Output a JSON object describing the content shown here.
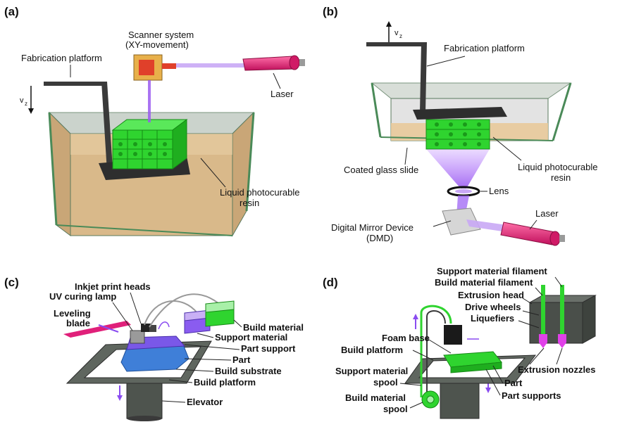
{
  "panels": {
    "a": {
      "label": "(a)",
      "scanner": [
        "Scanner system",
        "(XY-movement)"
      ],
      "platform": "Fabrication platform",
      "vz": "v",
      "vz_sub": "z",
      "laser": "Laser",
      "resin": [
        "Liquid photocurable",
        "resin"
      ]
    },
    "b": {
      "label": "(b)",
      "vz": "v",
      "vz_sub": "z",
      "platform": "Fabrication platform",
      "glass": "Coated glass slide",
      "resin": [
        "Liquid photocurable",
        "resin"
      ],
      "lens": "Lens",
      "laser": "Laser",
      "dmd": [
        "Digital Mirror Device",
        "(DMD)"
      ]
    },
    "c": {
      "label": "(c)",
      "inkjet": "Inkjet print heads",
      "uv": "UV curing lamp",
      "leveling": [
        "Leveling",
        "blade"
      ],
      "build_material": "Build material",
      "support_material": "Support material",
      "part_support": "Part support",
      "part": "Part",
      "build_substrate": "Build substrate",
      "build_platform": "Build platform",
      "elevator": "Elevator"
    },
    "d": {
      "label": "(d)",
      "support_filament": "Support material filament",
      "build_filament": "Build material filament",
      "extrusion_head": "Extrusion head",
      "drive_wheels": "Drive wheels",
      "liquefiers": "Liquefiers",
      "foam_base": "Foam base",
      "build_platform": "Build platform",
      "support_spool": [
        "Support material",
        "spool"
      ],
      "build_spool": [
        "Build material",
        "spool"
      ],
      "extrusion_nozzles": "Extrusion nozzles",
      "part": "Part",
      "part_supports": "Part supports"
    }
  },
  "colors": {
    "green": "#2fd42f",
    "magenta": "#e0207a",
    "purple": "#9b5cf0",
    "resin": "#e8c99a",
    "dark": "#3a3a3a"
  }
}
